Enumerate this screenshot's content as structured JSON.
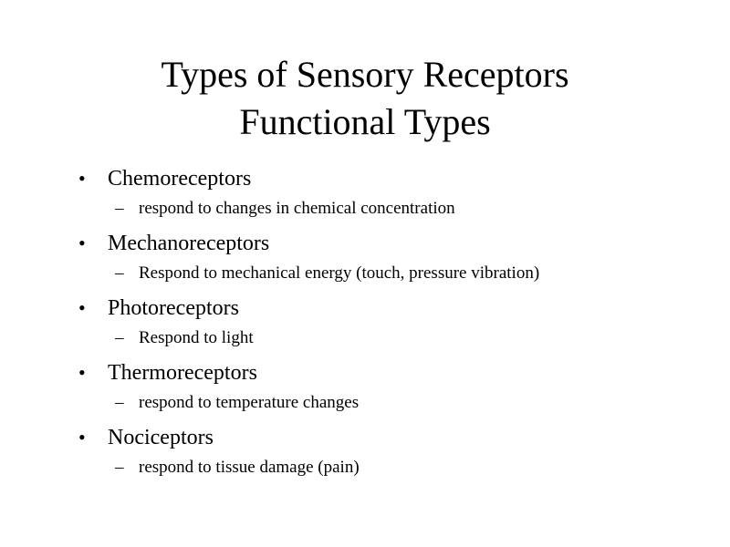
{
  "slide": {
    "title_line1": "Types of Sensory Receptors",
    "title_line2": "Functional Types",
    "bullet_glyph": "•",
    "dash_glyph": "–",
    "items": [
      {
        "label": "Chemoreceptors",
        "sub": "respond to changes in chemical concentration"
      },
      {
        "label": "Mechanoreceptors",
        "sub": "Respond to mechanical energy (touch, pressure vibration)"
      },
      {
        "label": "Photoreceptors",
        "sub": "Respond to light"
      },
      {
        "label": "Thermoreceptors",
        "sub": "respond to temperature changes"
      },
      {
        "label": "Nociceptors",
        "sub": "respond to tissue damage (pain)"
      }
    ]
  }
}
